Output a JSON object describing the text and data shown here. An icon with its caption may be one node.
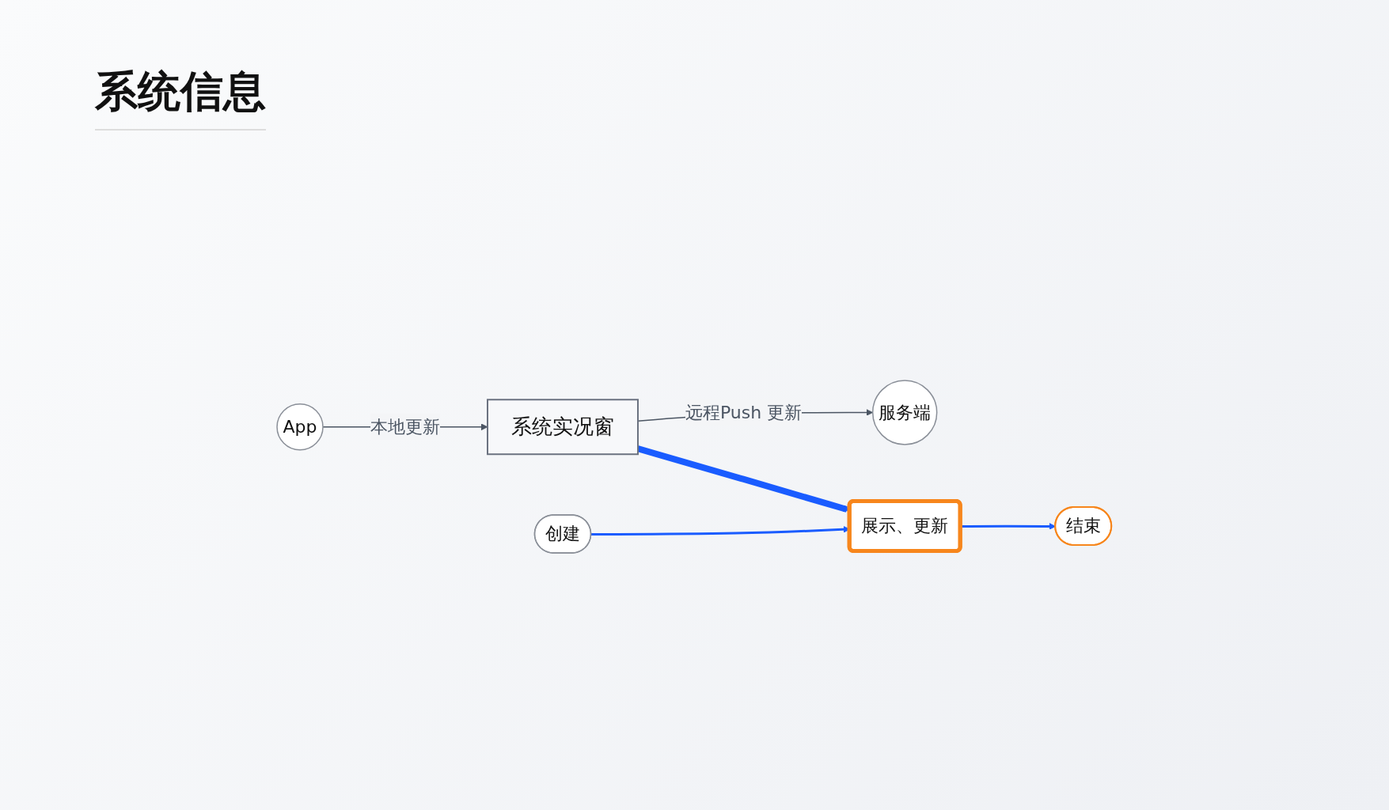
{
  "diagram": {
    "title": "系统信息",
    "nodes": [
      {
        "text": [
          "App"
        ]
      },
      {
        "text": [
          "系统实况窗"
        ]
      },
      {
        "text": [
          "服务端"
        ]
      },
      {
        "text": [
          "创建"
        ]
      },
      {
        "text": [
          "展示、更新"
        ]
      },
      {
        "text": [
          "结束"
        ]
      }
    ],
    "edges": [
      {
        "from": 0,
        "to": 1,
        "arrow": "to",
        "label": "本地更新",
        "color": "#4b5563"
      },
      {
        "from": 1,
        "to": 2,
        "arrow": "to",
        "label": "远程Push 更新",
        "color": "#4b5563"
      },
      {
        "from": 1,
        "to": 4,
        "arrow": "to",
        "style": "thick"
      },
      {
        "from": 3,
        "to": 4,
        "arrow": "to"
      },
      {
        "from": 4,
        "to": 5,
        "arrow": "to"
      }
    ]
  }
}
